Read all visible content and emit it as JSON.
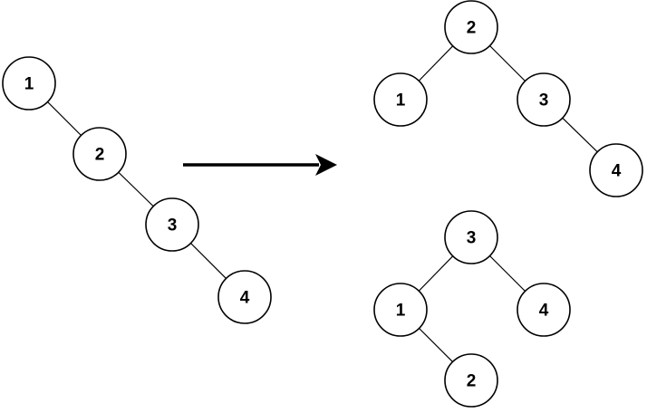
{
  "diagram": {
    "trees": [
      {
        "name": "input-tree",
        "nodes": [
          {
            "id": "a1",
            "label": "1"
          },
          {
            "id": "a2",
            "label": "2"
          },
          {
            "id": "a3",
            "label": "3"
          },
          {
            "id": "a4",
            "label": "4"
          }
        ],
        "edges": [
          [
            "a1",
            "a2"
          ],
          [
            "a2",
            "a3"
          ],
          [
            "a3",
            "a4"
          ]
        ]
      },
      {
        "name": "output-tree-1",
        "nodes": [
          {
            "id": "b2",
            "label": "2"
          },
          {
            "id": "b1",
            "label": "1"
          },
          {
            "id": "b3",
            "label": "3"
          },
          {
            "id": "b4",
            "label": "4"
          }
        ],
        "edges": [
          [
            "b2",
            "b1"
          ],
          [
            "b2",
            "b3"
          ],
          [
            "b3",
            "b4"
          ]
        ]
      },
      {
        "name": "output-tree-2",
        "nodes": [
          {
            "id": "c3",
            "label": "3"
          },
          {
            "id": "c1",
            "label": "1"
          },
          {
            "id": "c4",
            "label": "4"
          },
          {
            "id": "c2",
            "label": "2"
          }
        ],
        "edges": [
          [
            "c3",
            "c1"
          ],
          [
            "c3",
            "c4"
          ],
          [
            "c1",
            "c2"
          ]
        ]
      }
    ]
  }
}
